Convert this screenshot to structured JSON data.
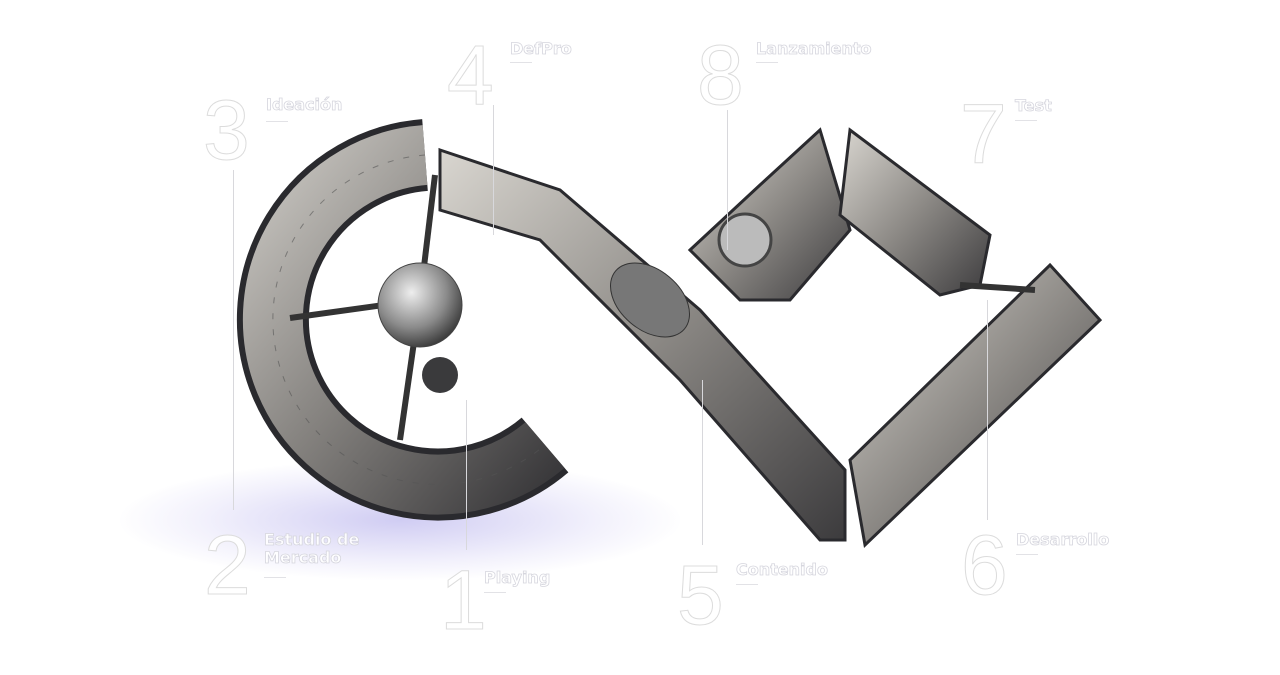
{
  "steps": [
    {
      "number": "1",
      "label": "Playing"
    },
    {
      "number": "2",
      "label": "Estudio de Mercado"
    },
    {
      "number": "3",
      "label": "Ideación"
    },
    {
      "number": "4",
      "label": "DefPro"
    },
    {
      "number": "5",
      "label": "Contenido"
    },
    {
      "number": "6",
      "label": "Desarrollo"
    },
    {
      "number": "7",
      "label": "Test"
    },
    {
      "number": "8",
      "label": "Lanzamiento"
    }
  ]
}
